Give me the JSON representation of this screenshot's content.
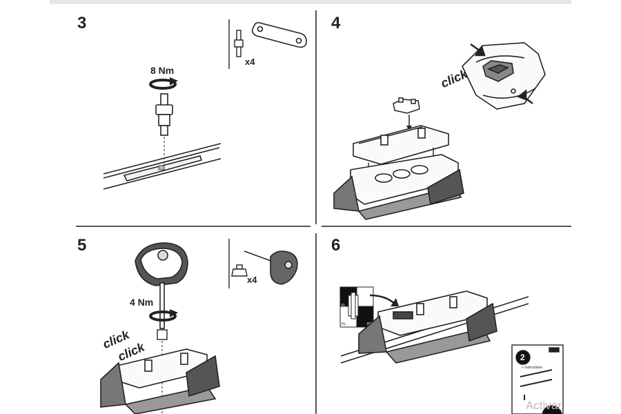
{
  "steps": [
    {
      "number": "3",
      "torque": "8 Nm",
      "quantity": "x4"
    },
    {
      "number": "4",
      "click": "click"
    },
    {
      "number": "5",
      "torque": "4 Nm",
      "quantity": "x4",
      "clicks": [
        "click",
        "click"
      ]
    },
    {
      "number": "6",
      "booklet_step": "2",
      "booklet_title": "> Instructions",
      "position_labels": [
        "FL",
        "RL",
        "RR"
      ]
    }
  ],
  "watermark": "Activar"
}
